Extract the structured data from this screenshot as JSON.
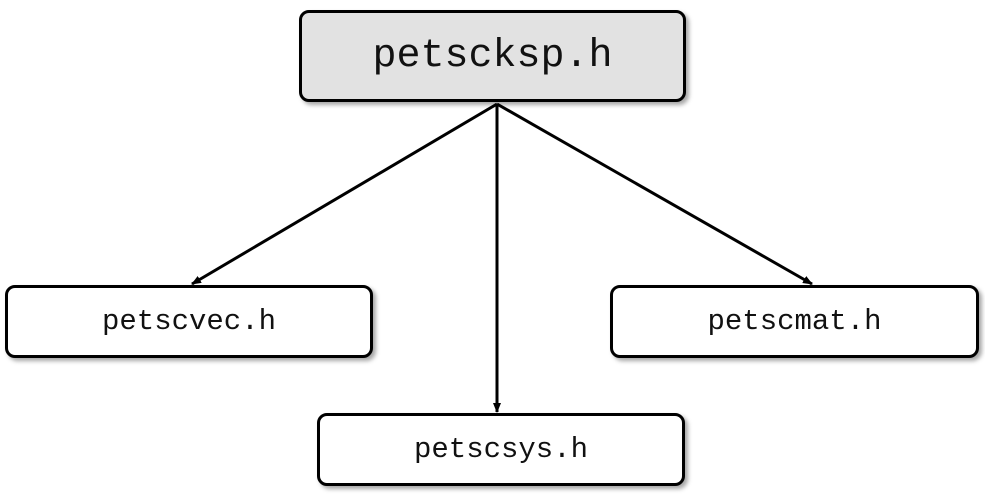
{
  "nodes": {
    "root": "petscksp.h",
    "vec": "petscvec.h",
    "sys": "petscsys.h",
    "mat": "petscmat.h"
  },
  "edges": [
    {
      "from": "petscksp.h",
      "to": "petscvec.h"
    },
    {
      "from": "petscksp.h",
      "to": "petscsys.h"
    },
    {
      "from": "petscksp.h",
      "to": "petscmat.h"
    }
  ],
  "colors": {
    "root_fill": "#e2e2e2",
    "child_fill": "#ffffff",
    "stroke": "#000000"
  }
}
